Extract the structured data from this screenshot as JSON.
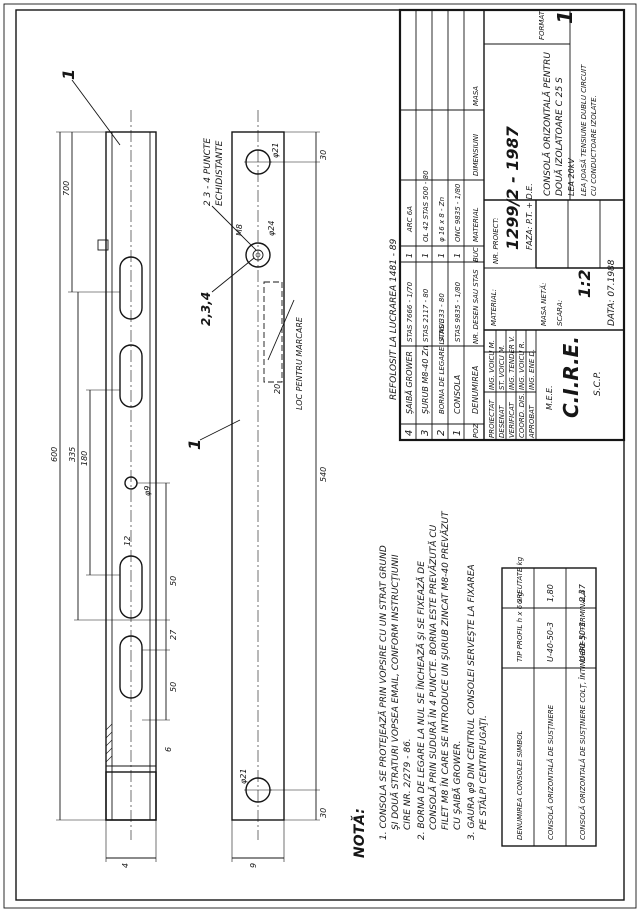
{
  "part_markers": {
    "console": "1",
    "parts_group": "2,3,4",
    "console_side": "1"
  },
  "dims": {
    "d700": "700",
    "d600": "600",
    "d335": "335",
    "d180": "180",
    "d50a": "50",
    "d27": "27",
    "d50b": "50",
    "d6": "6",
    "d4": "4",
    "d12": "12",
    "phi9": "φ9",
    "d30a": "30",
    "d540": "540",
    "d30b": "30",
    "d9": "9",
    "m8": "M8",
    "phi24": "φ24",
    "phi21a": "φ21",
    "phi21b": "φ21",
    "d20": "20"
  },
  "labels": {
    "weld_note": "2 3 - 4 PUNCTE",
    "weld_note_2": "ECHIDISTANTE",
    "marking_zone": "LOC PENTRU MARCARE"
  },
  "notes": {
    "heading": "NOTĂ:",
    "n1": "1. CONSOLA SE PROTEJEAZĂ PRIN VOPSIRE CU UN STRAT GRUND",
    "n1b": "ŞI DOUĂ STRATURI VOPSEA EMAIL, CONFORM INSTRUCŢIUNII",
    "n1c": "CIRE NR. 2/279 - 86.",
    "n2": "2. BORNA DE LEGARE LA NUL SE ÎNCHEAZĂ ŞI SE FIXEAZĂ DE",
    "n2b": "CONSOLĂ PRIN SUDURĂ ÎN 4 PUNCTE. BORNA ESTE PREVĂZUTĂ CU",
    "n2c": "FILET M8 ÎN CARE SE INTRODUCE UN ŞURUB ZINCAT M8-40 PREVĂZUT",
    "n2d": "CU ŞAIBĂ GROWER.",
    "n3": "3. GAURA φ9 DIN CENTRUL CONSOLEI SERVEŞTE LA FIXAREA",
    "n3b": "PE STÂLPI CENTRIFUGAŢI."
  },
  "variants_table": {
    "headers": [
      "DENUMIREA CONSOLEI SIMBOL",
      "TIP PROFIL h x 6 x g",
      "GREUTATE kg"
    ],
    "rows": [
      [
        "CONSOLĂ ORIZONTALĂ DE SUSŢINERE",
        "U-40-50-3",
        "1,80"
      ],
      [
        "CONSOLĂ ORIZONTALĂ DE SUSŢINERE COLŢ, ÎNTINDERE ŞI TERMINALĂ",
        "U-80-50-3",
        "2,37"
      ]
    ]
  },
  "title_block": {
    "reused": "REFOLOSIT LA LUCRAREA 1481 - 89",
    "bom_headers": [
      "POZ",
      "DENUMIREA",
      "NR. DESEN SAU STAS",
      "BUC",
      "MATERIAL",
      "DIMENSIUNI",
      "MASA"
    ],
    "bom_rows": [
      [
        "4",
        "ŞAIBĂ GROWER",
        "STAS 7666 - 1/70",
        "1",
        "ARC 6A",
        "",
        ""
      ],
      [
        "3",
        "ŞURUB M8-40 Zn",
        "STAS 2117 - 80",
        "1",
        "OL 42 STAS 500 - 80",
        "",
        ""
      ],
      [
        "2",
        "BORNA DE LEGARE LA NUL",
        "STAS 333 - 80",
        "1",
        "φ 16 x 8 - Zn",
        "",
        ""
      ],
      [
        "1",
        "CONSOLA",
        "STAS 9835 - 1/80",
        "1",
        "ONC 9835 - 1/80",
        "",
        ""
      ]
    ],
    "roles": [
      "PROIECTAT",
      "DESENAT",
      "VERIFICAT",
      "COORD. DIS.",
      "APROBAT"
    ],
    "names": [
      "ING. VOICU M.",
      "ST. VOICU M.",
      "ING. TENDER V.",
      "ING. VOICU R.",
      "ING. ENE D."
    ],
    "material_label": "MATERIAL:",
    "scale_label": "SCARA:",
    "scale": "1:2",
    "mass_label": "MASA NETĂ:",
    "org": "C.I.R.E.",
    "org_sub": "S.C.P.",
    "dept": "M.E.E.",
    "project_label": "NR. PROIECT:",
    "project": "1299/2 - 1987",
    "phase": "FAZA: P.T. + D.E.",
    "title_1": "CONSOLĂ ORIZONTALĂ PENTRU",
    "title_2": "DOUĂ IZOLATOARE C 25 S",
    "title_3": "LEA 20kV",
    "title_4": "LEA JOASĂ TENSIUNE DUBLU CIRCUIT",
    "title_5": "CU CONDUCTOARE IZOLATE.",
    "date": "DATA: 07.1988",
    "sheet_label": "FORMAT",
    "sheet": "1"
  }
}
